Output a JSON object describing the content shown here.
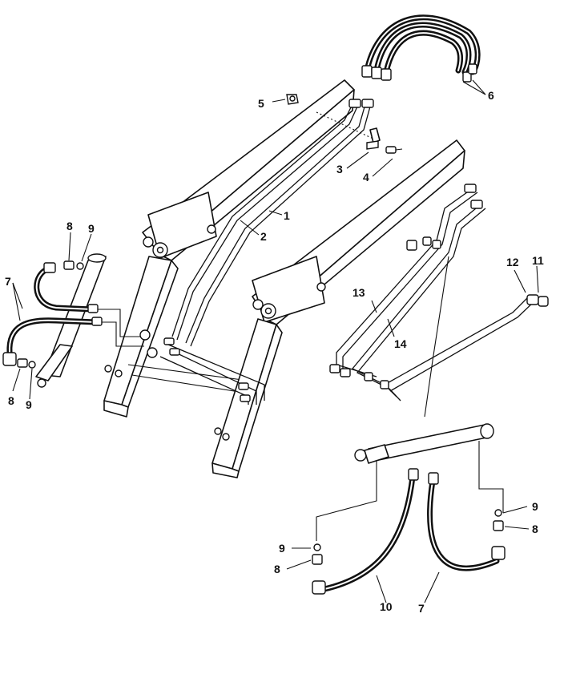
{
  "callouts": {
    "c1": "1",
    "c2": "2",
    "c3": "3",
    "c4": "4",
    "c5": "5",
    "c6": "6",
    "c7_left": "7",
    "c7_bottom": "7",
    "c8_top_left": "8",
    "c8_bottom_left": "8",
    "c8_lower_center": "8",
    "c8_lower_right": "8",
    "c9_top_left": "9",
    "c9_bottom_left": "9",
    "c9_lower_center": "9",
    "c9_lower_right": "9",
    "c10": "10",
    "c11": "11",
    "c12": "12",
    "c13": "13",
    "c14": "14"
  }
}
